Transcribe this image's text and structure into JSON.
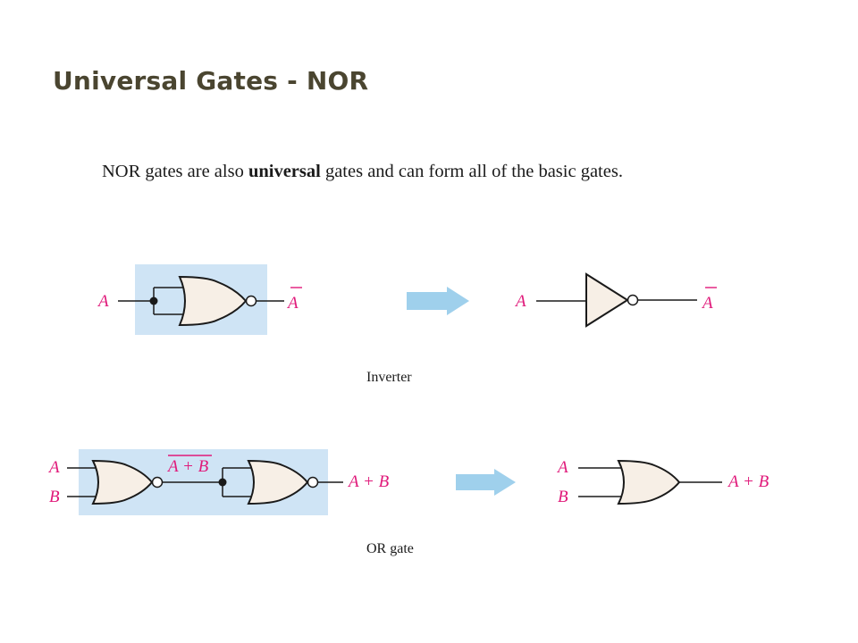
{
  "slide": {
    "title": "Universal Gates - NOR",
    "intro_pre": "NOR gates are also ",
    "intro_bold": "universal",
    "intro_post": " gates and can form all of the basic gates."
  },
  "inverter": {
    "caption": "Inverter",
    "input_label": "A",
    "output_label": "A",
    "equiv_input_label": "A",
    "equiv_output_label": "A"
  },
  "or_gate": {
    "caption": "OR gate",
    "input_a": "A",
    "input_b": "B",
    "middle_label": "A + B",
    "output_label": "A + B",
    "equiv_input_a": "A",
    "equiv_input_b": "B",
    "equiv_output_label": "A + B"
  },
  "colors": {
    "highlight_box": "#cfe4f5",
    "arrow": "#9fd0ec",
    "label": "#e0197a",
    "title": "#4a4530",
    "gate_fill": "#f7efe6"
  }
}
